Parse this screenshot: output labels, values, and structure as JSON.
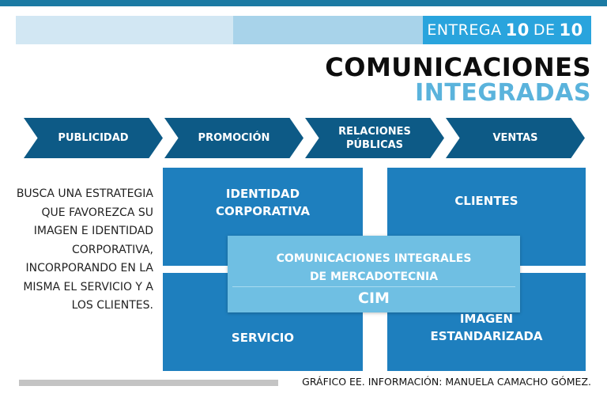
{
  "header": {
    "entrega_prefix": "ENTREGA",
    "entrega_current": "10",
    "entrega_sep": "DE",
    "entrega_total": "10",
    "title_line1": "COMUNICACIONES",
    "title_line2": "INTEGRADAS"
  },
  "steps": [
    "PUBLICIDAD",
    "PROMOCIÓN",
    "RELACIONES PÚBLICAS",
    "VENTAS"
  ],
  "description": "BUSCA UNA ESTRATEGIA QUE FAVOREZCA SU IMAGEN E IDENTIDAD CORPORATIVA, INCORPORANDO EN LA MISMA EL SERVICIO Y A LOS CLIENTES.",
  "quadrants": {
    "top_left": [
      "IDENTIDAD",
      "CORPORATIVA"
    ],
    "top_right": [
      "CLIENTES"
    ],
    "bottom_left": [
      "SERVICIO"
    ],
    "bottom_right": [
      "IMAGEN",
      "ESTANDARIZADA"
    ]
  },
  "center": {
    "label_line1": "COMUNICACIONES INTEGRALES",
    "label_line2": "DE MERCADOTECNIA",
    "abbr": "CIM"
  },
  "credit": "GRÁFICO EE. INFORMACIÓN: MANUELA CAMACHO GÓMEZ.",
  "colors": {
    "chevron": "#0d5a86",
    "box": "#1e7fbe",
    "center": "#6fbfe3",
    "accent": "#29a4dd",
    "title_accent": "#5ab3dc"
  }
}
